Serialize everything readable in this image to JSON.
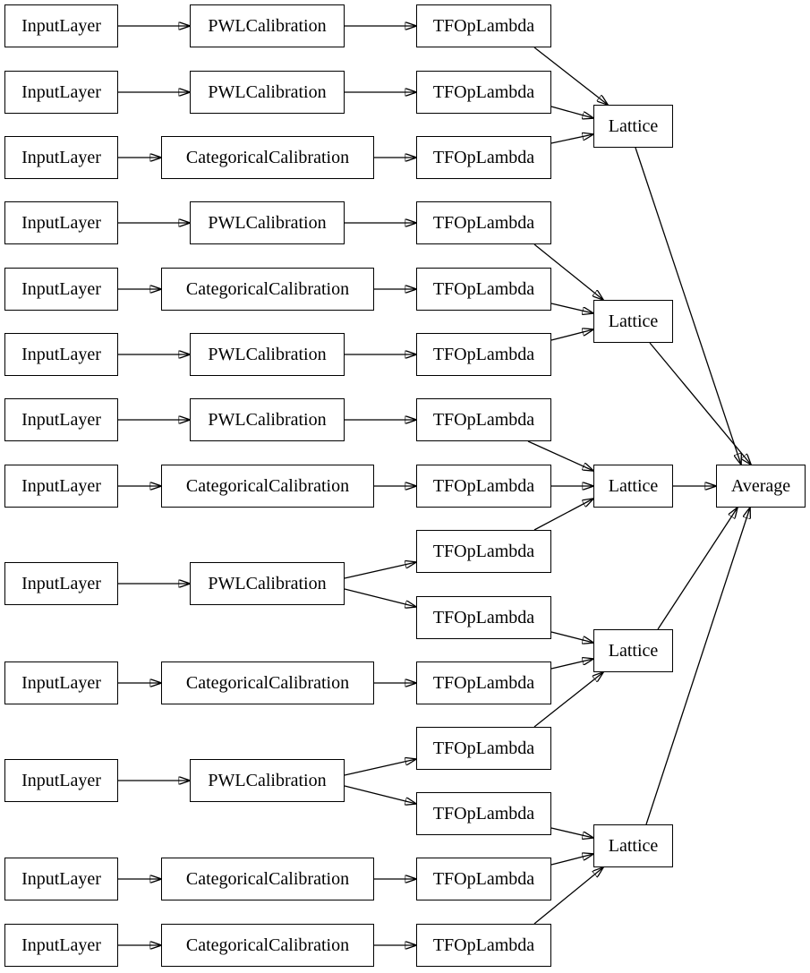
{
  "diagram": {
    "kind": "keras-model-graph",
    "colors": {
      "background": "#ffffff",
      "node_fill": "#ffffff",
      "node_border": "#000000",
      "edge": "#000000",
      "text": "#000000"
    },
    "node_type_labels": {
      "input": "InputLayer",
      "pwl": "PWLCalibration",
      "categorical": "CategoricalCalibration",
      "lambda": "TFOpLambda",
      "lattice": "Lattice",
      "average": "Average"
    },
    "nodes": [
      {
        "id": "input-1",
        "label": "InputLayer"
      },
      {
        "id": "pwl-1",
        "label": "PWLCalibration"
      },
      {
        "id": "lambda-1",
        "label": "TFOpLambda"
      },
      {
        "id": "input-2",
        "label": "InputLayer"
      },
      {
        "id": "pwl-2",
        "label": "PWLCalibration"
      },
      {
        "id": "lambda-2",
        "label": "TFOpLambda"
      },
      {
        "id": "input-3",
        "label": "InputLayer"
      },
      {
        "id": "cat-3",
        "label": "CategoricalCalibration"
      },
      {
        "id": "lambda-3",
        "label": "TFOpLambda"
      },
      {
        "id": "input-4",
        "label": "InputLayer"
      },
      {
        "id": "pwl-4",
        "label": "PWLCalibration"
      },
      {
        "id": "lambda-4",
        "label": "TFOpLambda"
      },
      {
        "id": "input-5",
        "label": "InputLayer"
      },
      {
        "id": "cat-5",
        "label": "CategoricalCalibration"
      },
      {
        "id": "lambda-5",
        "label": "TFOpLambda"
      },
      {
        "id": "input-6",
        "label": "InputLayer"
      },
      {
        "id": "pwl-6",
        "label": "PWLCalibration"
      },
      {
        "id": "lambda-6",
        "label": "TFOpLambda"
      },
      {
        "id": "input-7",
        "label": "InputLayer"
      },
      {
        "id": "pwl-7",
        "label": "PWLCalibration"
      },
      {
        "id": "lambda-7",
        "label": "TFOpLambda"
      },
      {
        "id": "input-8",
        "label": "InputLayer"
      },
      {
        "id": "cat-8",
        "label": "CategoricalCalibration"
      },
      {
        "id": "lambda-8",
        "label": "TFOpLambda"
      },
      {
        "id": "input-9",
        "label": "InputLayer"
      },
      {
        "id": "pwl-9",
        "label": "PWLCalibration"
      },
      {
        "id": "lambda-9a",
        "label": "TFOpLambda"
      },
      {
        "id": "lambda-9b",
        "label": "TFOpLambda"
      },
      {
        "id": "input-10",
        "label": "InputLayer"
      },
      {
        "id": "cat-10",
        "label": "CategoricalCalibration"
      },
      {
        "id": "lambda-10",
        "label": "TFOpLambda"
      },
      {
        "id": "input-11",
        "label": "InputLayer"
      },
      {
        "id": "pwl-11",
        "label": "PWLCalibration"
      },
      {
        "id": "lambda-11a",
        "label": "TFOpLambda"
      },
      {
        "id": "lambda-11b",
        "label": "TFOpLambda"
      },
      {
        "id": "input-12",
        "label": "InputLayer"
      },
      {
        "id": "cat-12",
        "label": "CategoricalCalibration"
      },
      {
        "id": "lambda-12",
        "label": "TFOpLambda"
      },
      {
        "id": "input-13",
        "label": "InputLayer"
      },
      {
        "id": "cat-13",
        "label": "CategoricalCalibration"
      },
      {
        "id": "lambda-13",
        "label": "TFOpLambda"
      },
      {
        "id": "lattice-1",
        "label": "Lattice"
      },
      {
        "id": "lattice-2",
        "label": "Lattice"
      },
      {
        "id": "lattice-3",
        "label": "Lattice"
      },
      {
        "id": "lattice-4",
        "label": "Lattice"
      },
      {
        "id": "lattice-5",
        "label": "Lattice"
      },
      {
        "id": "average",
        "label": "Average"
      }
    ],
    "edges": [
      [
        "input-1",
        "pwl-1"
      ],
      [
        "pwl-1",
        "lambda-1"
      ],
      [
        "lambda-1",
        "lattice-1"
      ],
      [
        "input-2",
        "pwl-2"
      ],
      [
        "pwl-2",
        "lambda-2"
      ],
      [
        "lambda-2",
        "lattice-1"
      ],
      [
        "input-3",
        "cat-3"
      ],
      [
        "cat-3",
        "lambda-3"
      ],
      [
        "lambda-3",
        "lattice-1"
      ],
      [
        "input-4",
        "pwl-4"
      ],
      [
        "pwl-4",
        "lambda-4"
      ],
      [
        "lambda-4",
        "lattice-2"
      ],
      [
        "input-5",
        "cat-5"
      ],
      [
        "cat-5",
        "lambda-5"
      ],
      [
        "lambda-5",
        "lattice-2"
      ],
      [
        "input-6",
        "pwl-6"
      ],
      [
        "pwl-6",
        "lambda-6"
      ],
      [
        "lambda-6",
        "lattice-2"
      ],
      [
        "input-7",
        "pwl-7"
      ],
      [
        "pwl-7",
        "lambda-7"
      ],
      [
        "lambda-7",
        "lattice-3"
      ],
      [
        "input-8",
        "cat-8"
      ],
      [
        "cat-8",
        "lambda-8"
      ],
      [
        "lambda-8",
        "lattice-3"
      ],
      [
        "input-9",
        "pwl-9"
      ],
      [
        "pwl-9",
        "lambda-9a"
      ],
      [
        "pwl-9",
        "lambda-9b"
      ],
      [
        "lambda-9a",
        "lattice-3"
      ],
      [
        "lambda-9b",
        "lattice-4"
      ],
      [
        "input-10",
        "cat-10"
      ],
      [
        "cat-10",
        "lambda-10"
      ],
      [
        "lambda-10",
        "lattice-4"
      ],
      [
        "input-11",
        "pwl-11"
      ],
      [
        "pwl-11",
        "lambda-11a"
      ],
      [
        "pwl-11",
        "lambda-11b"
      ],
      [
        "lambda-11a",
        "lattice-4"
      ],
      [
        "lambda-11b",
        "lattice-5"
      ],
      [
        "input-12",
        "cat-12"
      ],
      [
        "cat-12",
        "lambda-12"
      ],
      [
        "lambda-12",
        "lattice-5"
      ],
      [
        "input-13",
        "cat-13"
      ],
      [
        "cat-13",
        "lambda-13"
      ],
      [
        "lambda-13",
        "lattice-5"
      ],
      [
        "lattice-1",
        "average"
      ],
      [
        "lattice-2",
        "average"
      ],
      [
        "lattice-3",
        "average"
      ],
      [
        "lattice-4",
        "average"
      ],
      [
        "lattice-5",
        "average"
      ]
    ]
  }
}
